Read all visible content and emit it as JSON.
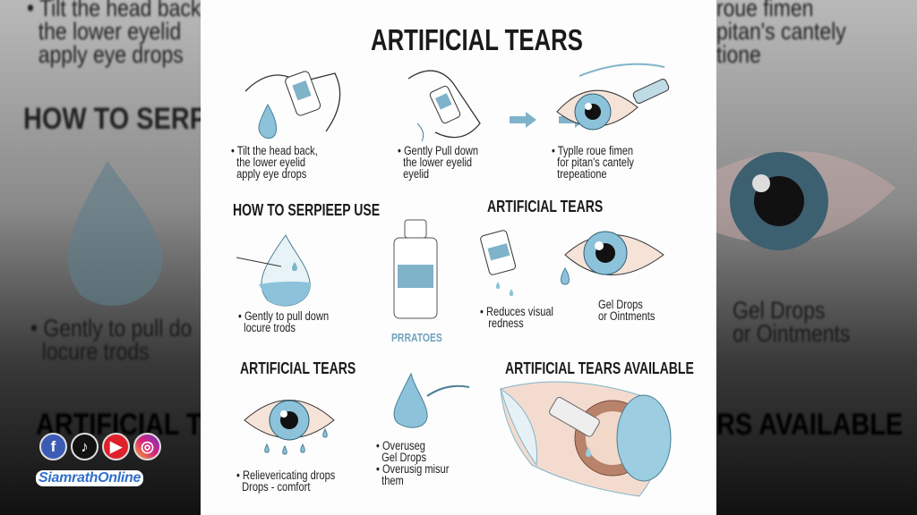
{
  "title": "ARTIFICIAL TEARS",
  "steps": [
    {
      "text": "• Tilt the head back,\n  the lower eyelid\n  apply eye drops"
    },
    {
      "text": "• Gently Pull down\n  the lower eyelid\n  eyelid"
    },
    {
      "text": "• Typlle roue fimen\n  for pitan's cantely\n  trepeatione"
    }
  ],
  "section_how": {
    "heading": "HOW TO SERPIEEP USE",
    "caption": "• Gently to pull down\n  locure trods",
    "bottle_label": "PRRATOES"
  },
  "section_tears": {
    "heading": "ARTIFICIAL TEARS",
    "caption_left": "• Reduces visual\n   redness",
    "caption_right": "Gel Drops\nor Ointments"
  },
  "section_bottom_left": {
    "heading": "ARTIFICIAL TEARS",
    "caption": "• Relievericating drops\n  Drops - comfort"
  },
  "section_bottom_mid": {
    "caption": "• Overuseg\n  Gel Drops\n• Overusig misur\n  them"
  },
  "section_available": {
    "heading": "ARTIFICIAL TEARS AVAILABLE"
  },
  "background": {
    "left_top": "• Tilt the head back\n  the lower eyelid\n  apply eye drops",
    "left_heading": "HOW TO SERPIE",
    "left_caption": "• Gently to pull do\n  locure trods",
    "left_bottom": "ARTIFICIAL TEA",
    "right_top": "roue fimen\npitan's cantely\ntione",
    "right_caption": "Gel Drops\nor Ointments",
    "right_bottom": "RS AVAILABLE"
  },
  "watermark": {
    "brand": "SiamrathOnline",
    "icons": [
      "facebook-icon",
      "tiktok-icon",
      "youtube-icon",
      "instagram-icon"
    ]
  },
  "colors": {
    "accent": "#7fb3c9",
    "iris": "#8cc3da",
    "skin": "#f0d2c0"
  }
}
